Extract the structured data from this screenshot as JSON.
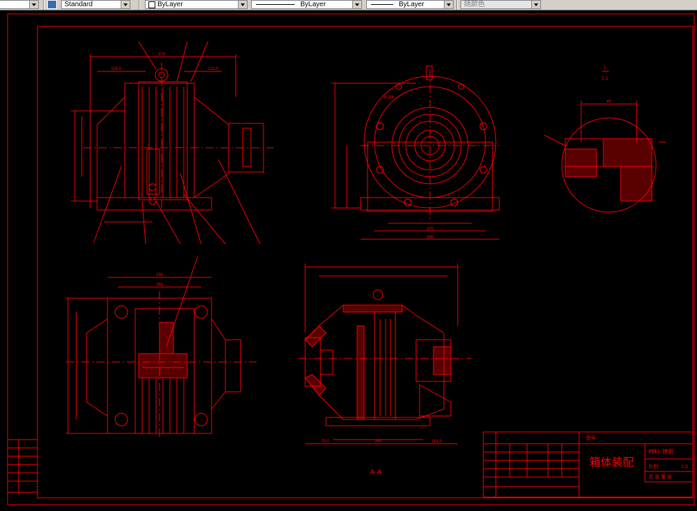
{
  "toolbar": {
    "text_style": "Standard",
    "layer_color": "ByLayer",
    "linetype": "ByLayer",
    "lineweight": "ByLayer",
    "plot_style": "随颜色"
  },
  "drawing": {
    "section_label": "A-A",
    "detail_label_top": "I",
    "detail_scale": "1:1",
    "title_block": {
      "drawing_title": "箱体装配",
      "material_label": "材料",
      "material_value": "铸钢",
      "proportion_label": "比例",
      "proportion_value": "1:3",
      "sheet": "共 张 第 张",
      "drawing_no_label": "图号"
    },
    "dimensions": {
      "top_width": "370",
      "left_offset": "105.5",
      "right_offset": "132.5",
      "front_dia": "Φ288",
      "base_width": "370",
      "base_total": "398",
      "bottom_left": "75.5",
      "bottom_mid": "244",
      "bottom_right": "183.5",
      "plan_width": "290",
      "plan_inner": "260",
      "detail_width": "40"
    },
    "colors": {
      "line": "#ff0000",
      "background": "#000000"
    }
  }
}
